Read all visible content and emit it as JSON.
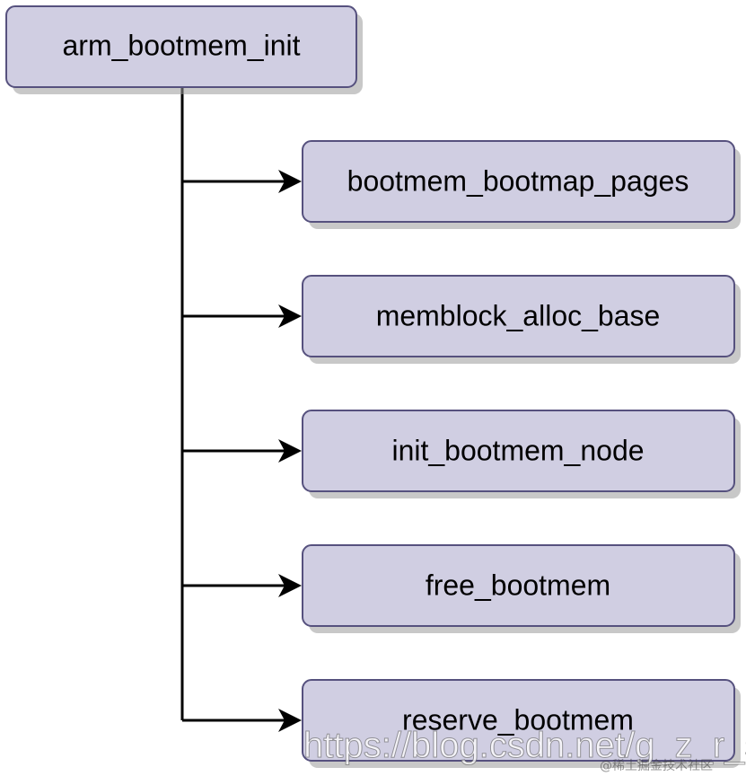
{
  "diagram": {
    "root": {
      "label": "arm_bootmem_init"
    },
    "children": [
      {
        "label": "bootmem_bootmap_pages"
      },
      {
        "label": "memblock_alloc_base"
      },
      {
        "label": "init_bootmem_node"
      },
      {
        "label": "free_bootmem"
      },
      {
        "label": "reserve_bootmem"
      }
    ],
    "colors": {
      "node_fill": "#d0cee2",
      "node_stroke": "#56517e",
      "edge": "#000000",
      "text": "#000000"
    }
  },
  "watermark": {
    "text": "https://blog.csdn.net/g_z_r_s",
    "sub_text": "@稀土掘金技术社区"
  }
}
